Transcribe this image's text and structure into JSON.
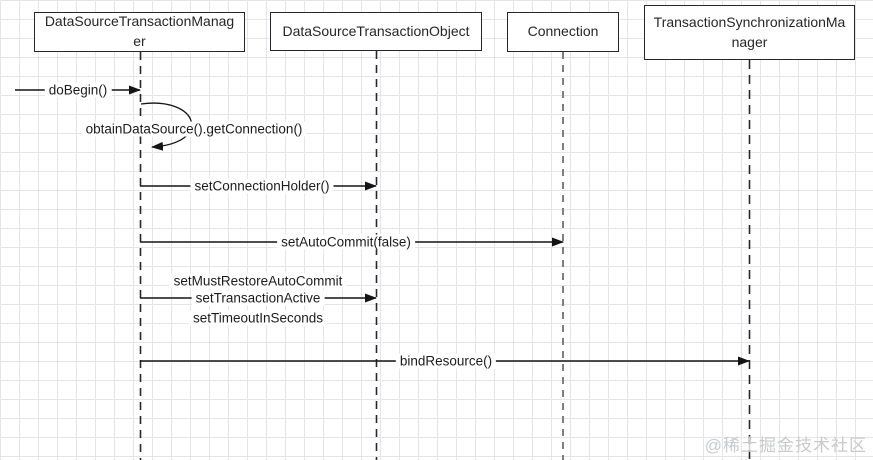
{
  "diagram": {
    "type": "uml-sequence",
    "actors": [
      {
        "id": "dstm",
        "label": "DataSourceTransactionManager"
      },
      {
        "id": "dsto",
        "label": "DataSourceTransactionObject"
      },
      {
        "id": "conn",
        "label": "Connection"
      },
      {
        "id": "tsm",
        "label": "TransactionSynchronizationManager"
      }
    ],
    "messages": [
      {
        "label": "doBegin()",
        "from": "external",
        "to": "DataSourceTransactionManager",
        "type": "found"
      },
      {
        "label": "obtainDataSource().getConnection()",
        "from": "DataSourceTransactionManager",
        "to": "DataSourceTransactionManager",
        "type": "self"
      },
      {
        "label": "setConnectionHolder()",
        "from": "DataSourceTransactionManager",
        "to": "DataSourceTransactionObject",
        "type": "sync"
      },
      {
        "label": "setAutoCommit(false)",
        "from": "DataSourceTransactionManager",
        "to": "Connection",
        "type": "sync"
      },
      {
        "labels": [
          "setMustRestoreAutoCommit",
          "setTransactionActive",
          "setTimeoutInSeconds"
        ],
        "from": "DataSourceTransactionManager",
        "to": "DataSourceTransactionObject",
        "type": "sync"
      },
      {
        "label": "bindResource()",
        "from": "DataSourceTransactionManager",
        "to": "TransactionSynchronizationManager",
        "type": "sync"
      }
    ],
    "watermark": "@稀土掘金技术社区",
    "colors": {
      "actor_border": "#26262e",
      "lifeline": "#26262e",
      "lifeline_connection": "#7f7f7f",
      "arrow": "#141414",
      "grid": "#e5e5e7",
      "watermark": "#c7c9cb",
      "background": "#ffffff"
    }
  }
}
